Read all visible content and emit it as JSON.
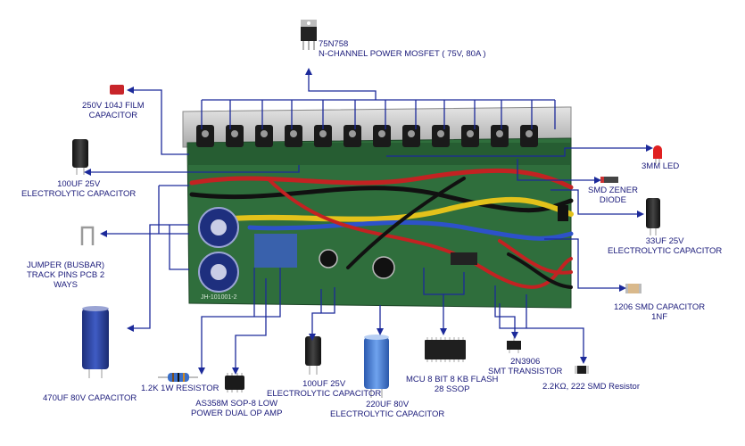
{
  "labels": {
    "mosfet": [
      "75N758",
      "N-CHANNEL POWER MOSFET ( 75V, 80A )"
    ],
    "film_cap": [
      "250V 104J FILM",
      "CAPACITOR"
    ],
    "elec_cap_100uf_left": [
      "100UF 25V",
      "ELECTROLYTIC CAPACITOR"
    ],
    "jumper": [
      "JUMPER (BUSBAR)",
      "TRACK PINS PCB 2",
      "WAYS"
    ],
    "cap_470uf": [
      "470UF 80V CAPACITOR"
    ],
    "resistor_1k2": [
      "1.2K 1W  RESISTOR"
    ],
    "opamp": [
      "AS358M SOP-8 LOW",
      "POWER DUAL OP AMP"
    ],
    "elec_cap_100uf_bottom": [
      "100UF 25V",
      "ELECTROLYTIC CAPACITOR"
    ],
    "elec_cap_220uf": [
      "220UF 80V",
      "ELECTROLYTIC CAPACITOR"
    ],
    "mcu": [
      "MCU 8 BIT 8 KB FLASH",
      "28 SSOP"
    ],
    "transistor": [
      "2N3906",
      "SMT TRANSISTOR"
    ],
    "smd_resistor": [
      "2.2KΩ, 222 SMD Resistor"
    ],
    "smd_cap": [
      "1206 SMD CAPACITOR",
      "1NF"
    ],
    "cap_33uf": [
      "33UF 25V",
      "ELECTROLYTIC CAPACITOR"
    ],
    "zener": [
      "SMD ZENER",
      "DIODE"
    ],
    "led": [
      "3MM LED"
    ]
  },
  "board_silkscreen": "JH-101001-2",
  "colors": {
    "label_text": "#1a1a7a",
    "leader_line": "#1c2a9a",
    "pcb_green": "#2f6e3c",
    "heatsink": "#c9c9c9"
  }
}
